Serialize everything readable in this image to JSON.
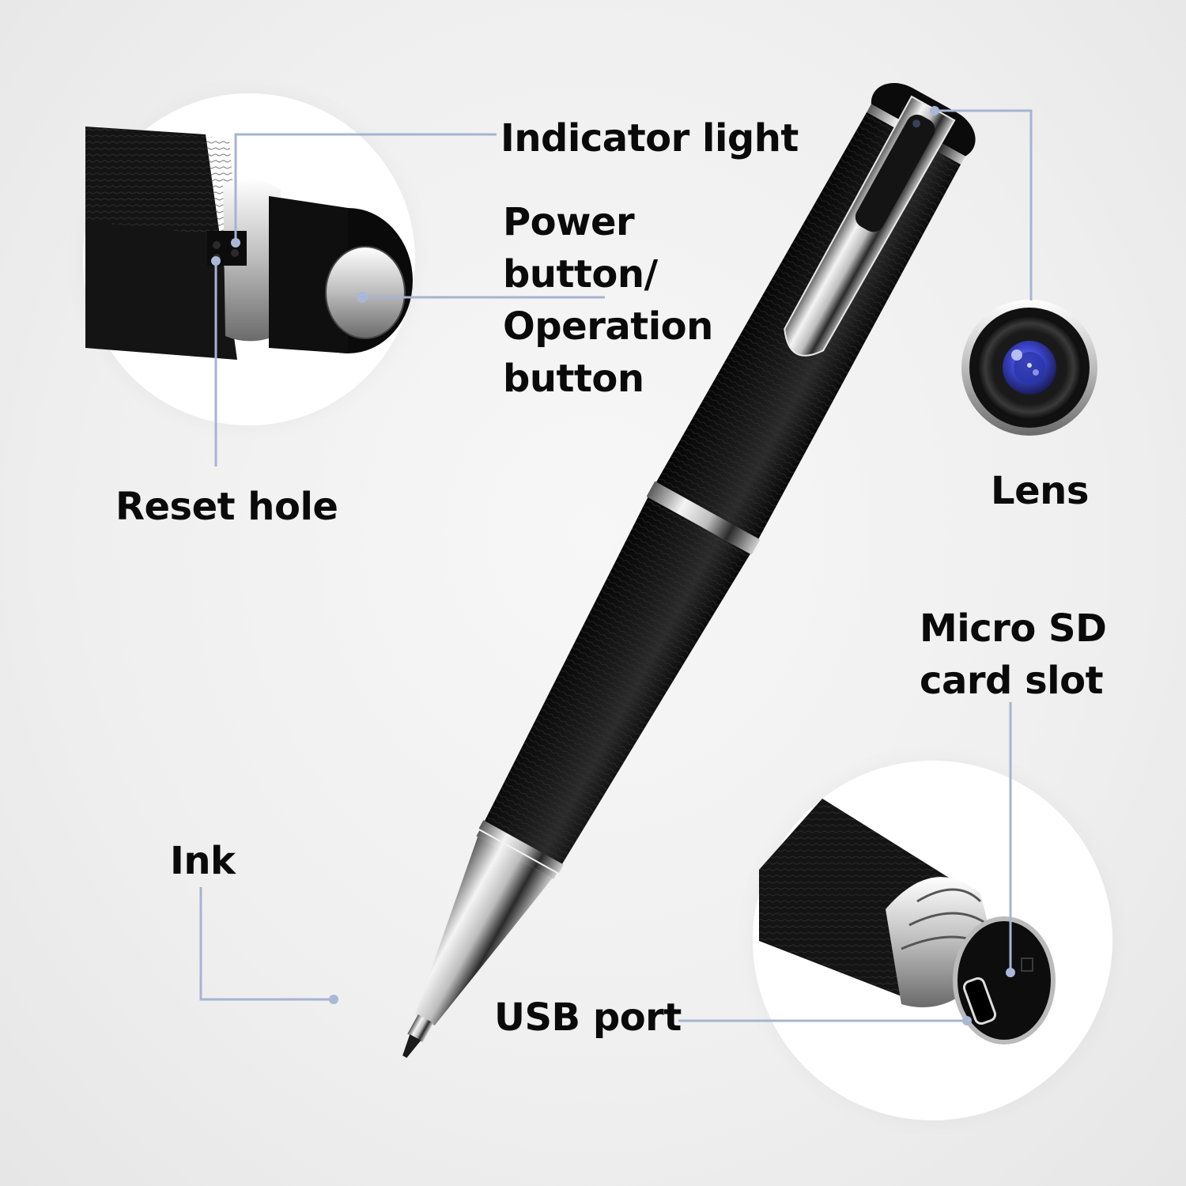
{
  "image": {
    "subject": "pen camera product with labeled features",
    "background_color": "#efefef",
    "callout_color": "#a6b4d2"
  },
  "labels": {
    "indicator_light": "Indicator light",
    "power_button_lines": [
      "Power",
      "button/",
      "Operation",
      "button"
    ],
    "reset_hole": "Reset hole",
    "lens": "Lens",
    "micro_sd_lines": [
      "Micro SD",
      "card slot"
    ],
    "ink": "Ink",
    "usb_port": "USB port"
  },
  "detail_views": [
    {
      "name": "pen-top-closeup",
      "shows": [
        "indicator light",
        "reset hole",
        "power button"
      ]
    },
    {
      "name": "lens-closeup",
      "shows": [
        "camera lens"
      ]
    },
    {
      "name": "pen-bottom-closeup",
      "shows": [
        "micro sd card slot",
        "usb port"
      ]
    }
  ]
}
